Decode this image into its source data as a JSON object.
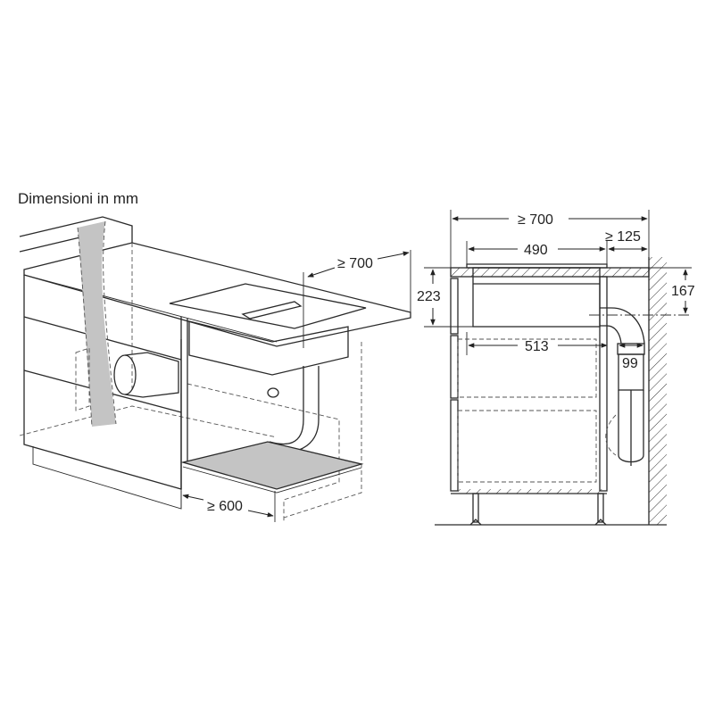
{
  "title": "Dimensioni in mm",
  "iso_view": {
    "labels": {
      "depth_top": "≥ 700",
      "depth_bottom": "≥ 600"
    }
  },
  "side_view": {
    "labels": {
      "total_depth": "≥ 700",
      "hob_width": "490",
      "rear_gap": "≥ 125",
      "height_left": "223",
      "height_right": "167",
      "inner_width": "513",
      "duct_width": "99"
    }
  },
  "colors": {
    "line": "#2a2a2a",
    "fill_gray": "#c4c4c4",
    "background": "#ffffff"
  }
}
